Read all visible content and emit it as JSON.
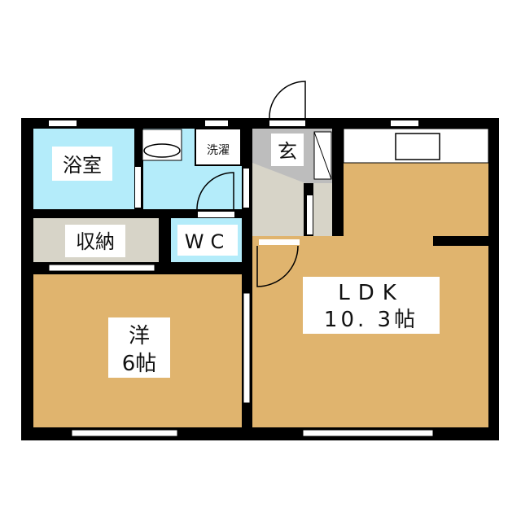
{
  "rooms": {
    "bath": "浴室",
    "laundry": "洗濯",
    "entrance": "玄",
    "storage": "収納",
    "wc": "WC",
    "western_room": "洋",
    "western_size": "6帖",
    "ldk": "LDK",
    "ldk_size": "10. 3帖"
  },
  "colors": {
    "wall": "#000000",
    "wet_area": "#b4ecfa",
    "floor_wood": "#e0b46e",
    "storage": "#d7d4c8",
    "entrance": "#bdbdbd"
  }
}
